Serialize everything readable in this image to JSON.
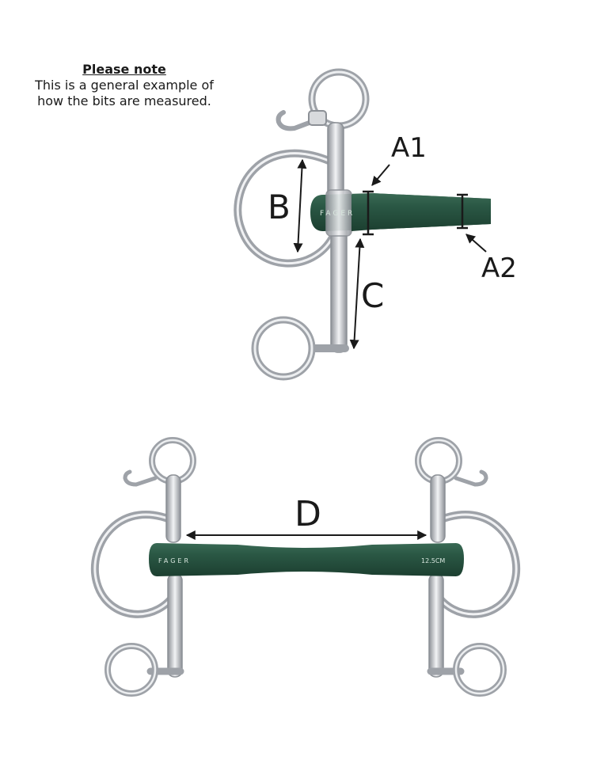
{
  "note": {
    "title": "Please note",
    "line1": "This is a general example of",
    "line2": "how the bits are measured."
  },
  "labels": {
    "a1": "A1",
    "a2": "A2",
    "b": "B",
    "c": "C",
    "d": "D"
  },
  "engraving": {
    "brand": "FAGER",
    "size": "12.5CM"
  },
  "colors": {
    "mouthpiece": "#234d3b",
    "mouthpiece_highlight": "#3a6a55",
    "metal": "#c9ccd0",
    "metal_dark": "#8c9096",
    "text": "#1a1a1a"
  }
}
